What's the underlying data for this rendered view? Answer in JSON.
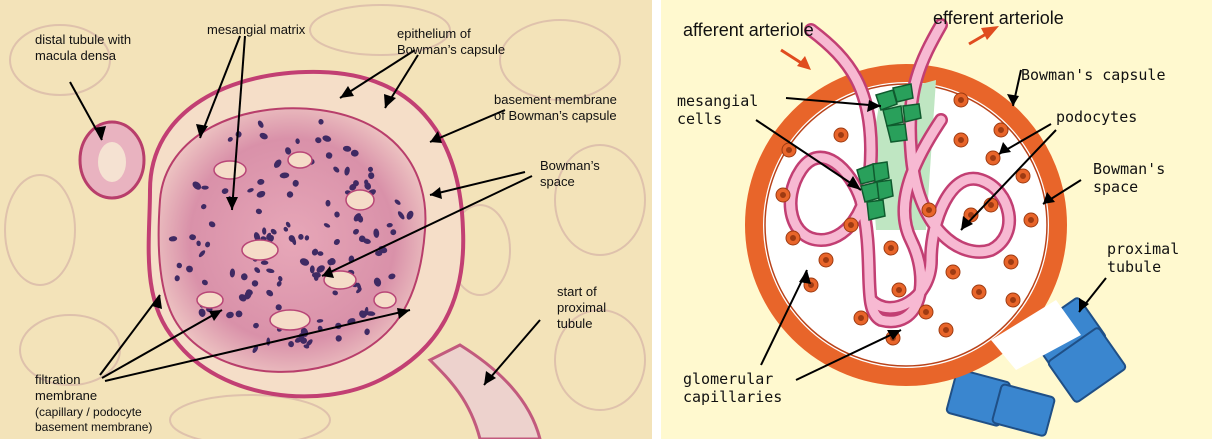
{
  "left": {
    "distal_tubule": "distal tubule with\nmacula densa",
    "mesangial_matrix": "mesangial matrix",
    "epithelium": "epithelium of\nBowman’s capsule",
    "basement_membrane": "basement membrane\nof Bowman’s capsule",
    "bowmans_space": "Bowman’s\nspace",
    "proximal": "start of\nproximal\ntubule",
    "filtration": "filtration\nmembrane",
    "filtration_note": "(capillary / podocyte\nbasement membrane)"
  },
  "right": {
    "afferent": "afferent arteriole",
    "efferent": "efferent arteriole",
    "bowmans_capsule": "Bowman's capsule",
    "podocytes": "podocytes",
    "mesangial": "mesangial\ncells",
    "bowmans_space": "Bowman's\nspace",
    "proximal": "proximal\ntubule",
    "glomerular": "glomerular\ncapillaries"
  },
  "colors": {
    "tissue_bg": "#f3e3b9",
    "stain_pink": "#c8527e",
    "nucleus": "#3f2a63",
    "diagram_bg": "#fff9cf",
    "capsule_orange": "#e8652a",
    "capillary_pink": "#f5a9c8",
    "mesangial_green": "#29a05b",
    "tubule_blue": "#3a86cf",
    "arrow_red": "#e04c1f"
  }
}
